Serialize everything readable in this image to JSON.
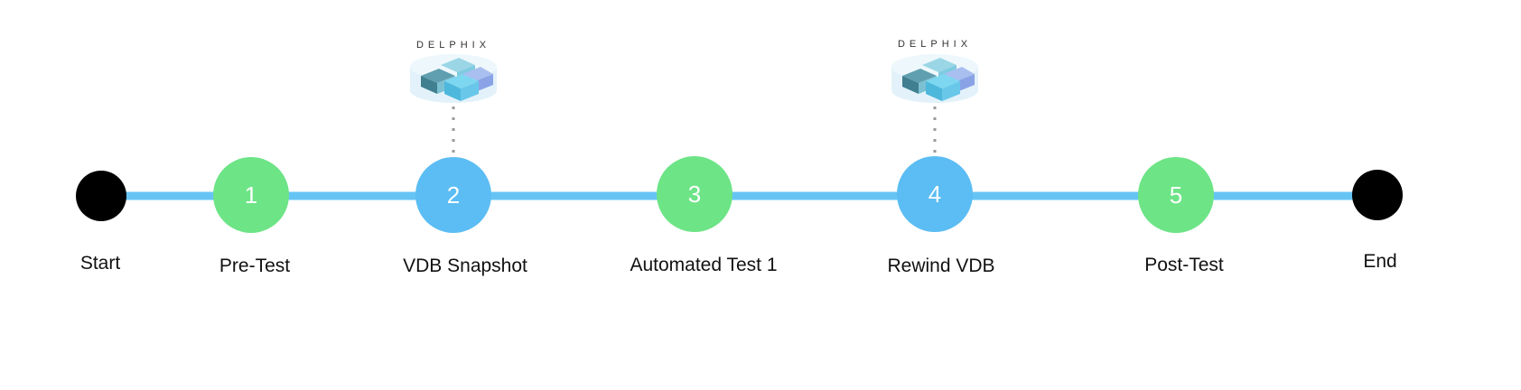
{
  "colors": {
    "timeline": "#66c4f4",
    "green": "#6de486",
    "blue": "#5bbdf3",
    "endpoint": "#000000",
    "connector": "#9a9a9a"
  },
  "nodes": [
    {
      "kind": "endpoint",
      "number": "",
      "label": "Start"
    },
    {
      "kind": "green",
      "number": "1",
      "label": "Pre-Test"
    },
    {
      "kind": "blue",
      "number": "2",
      "label": "VDB Snapshot",
      "brand": "DELPHIX"
    },
    {
      "kind": "green",
      "number": "3",
      "label": "Automated Test 1"
    },
    {
      "kind": "blue",
      "number": "4",
      "label": "Rewind VDB",
      "brand": "DELPHIX"
    },
    {
      "kind": "green",
      "number": "5",
      "label": "Post-Test"
    },
    {
      "kind": "endpoint",
      "number": "",
      "label": "End"
    }
  ],
  "icons": {
    "database": "delphix-database-icon"
  }
}
